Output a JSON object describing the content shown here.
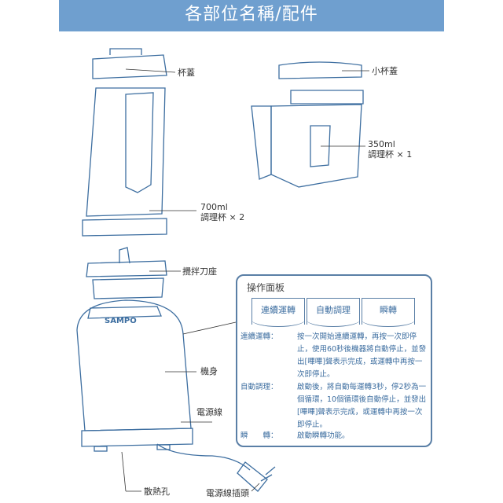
{
  "title": "各部位名稱/配件",
  "labels": {
    "lid": "杯蓋",
    "small_lid": "小杯蓋",
    "cup350_a": "350ml",
    "cup350_b": "調理杯 × 1",
    "cup700_a": "700ml",
    "cup700_b": "調理杯 × 2",
    "blade": "攪拌刀座",
    "body": "機身",
    "cord": "電源線",
    "vent": "散熱孔",
    "plug": "電源線插頭",
    "brand": "SAMPO"
  },
  "panel": {
    "title": "操作面板",
    "buttons": [
      "連續運轉",
      "自動調理",
      "瞬轉"
    ],
    "descriptions": [
      {
        "key": "連續運轉：",
        "text": "按一次開始連續運轉，再按一次即停止，使用60秒後機器將自動停止，並發出[嗶嗶]聲表示完成，或運轉中再按一次即停止。"
      },
      {
        "key": "自動調理：",
        "text": "啟動後，將自動每運轉3秒，停2秒為一個循環，10個循環後自動停止，並發出[嗶嗶]聲表示完成，或運轉中再按一次即停止。"
      },
      {
        "key": "瞬　　轉：",
        "text": "啟動瞬轉功能。"
      }
    ]
  }
}
